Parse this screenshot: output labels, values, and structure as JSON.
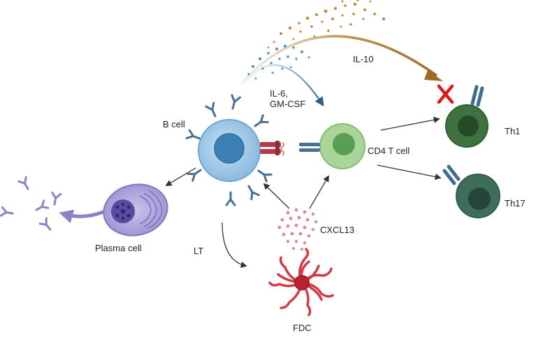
{
  "labels": {
    "b_cell": "B cell",
    "plasma_cell": "Plasma cell",
    "il6_line1": "IL-6,",
    "il6_line2": "GM-CSF",
    "il10": "IL-10",
    "cd4": "CD4 T cell",
    "th1": "Th1",
    "th17": "Th17",
    "cxcl13": "CXCL13",
    "lt": "LT",
    "fdc": "FDC"
  },
  "icons": {
    "block_mark": "red-x-icon"
  },
  "colors": {
    "b_cell": "#9cc7e6",
    "b_nucleus": "#3b7fb3",
    "antibody": "#4a6f95",
    "plasma_cell": "#a59ad6",
    "plasma_nucleus": "#5a4ba0",
    "free_antibody": "#8f80c8",
    "cd4_cell": "#a9d59a",
    "cd4_nucleus": "#5a9e55",
    "th1": "#3f7240",
    "th17": "#3e6e5a",
    "il6_arrow": "#2f5f80",
    "il10_arrow": "#a8792f",
    "cxcl13_dots": "#d98a98",
    "fdc": "#d23b45",
    "block_x": "#e0161b"
  }
}
